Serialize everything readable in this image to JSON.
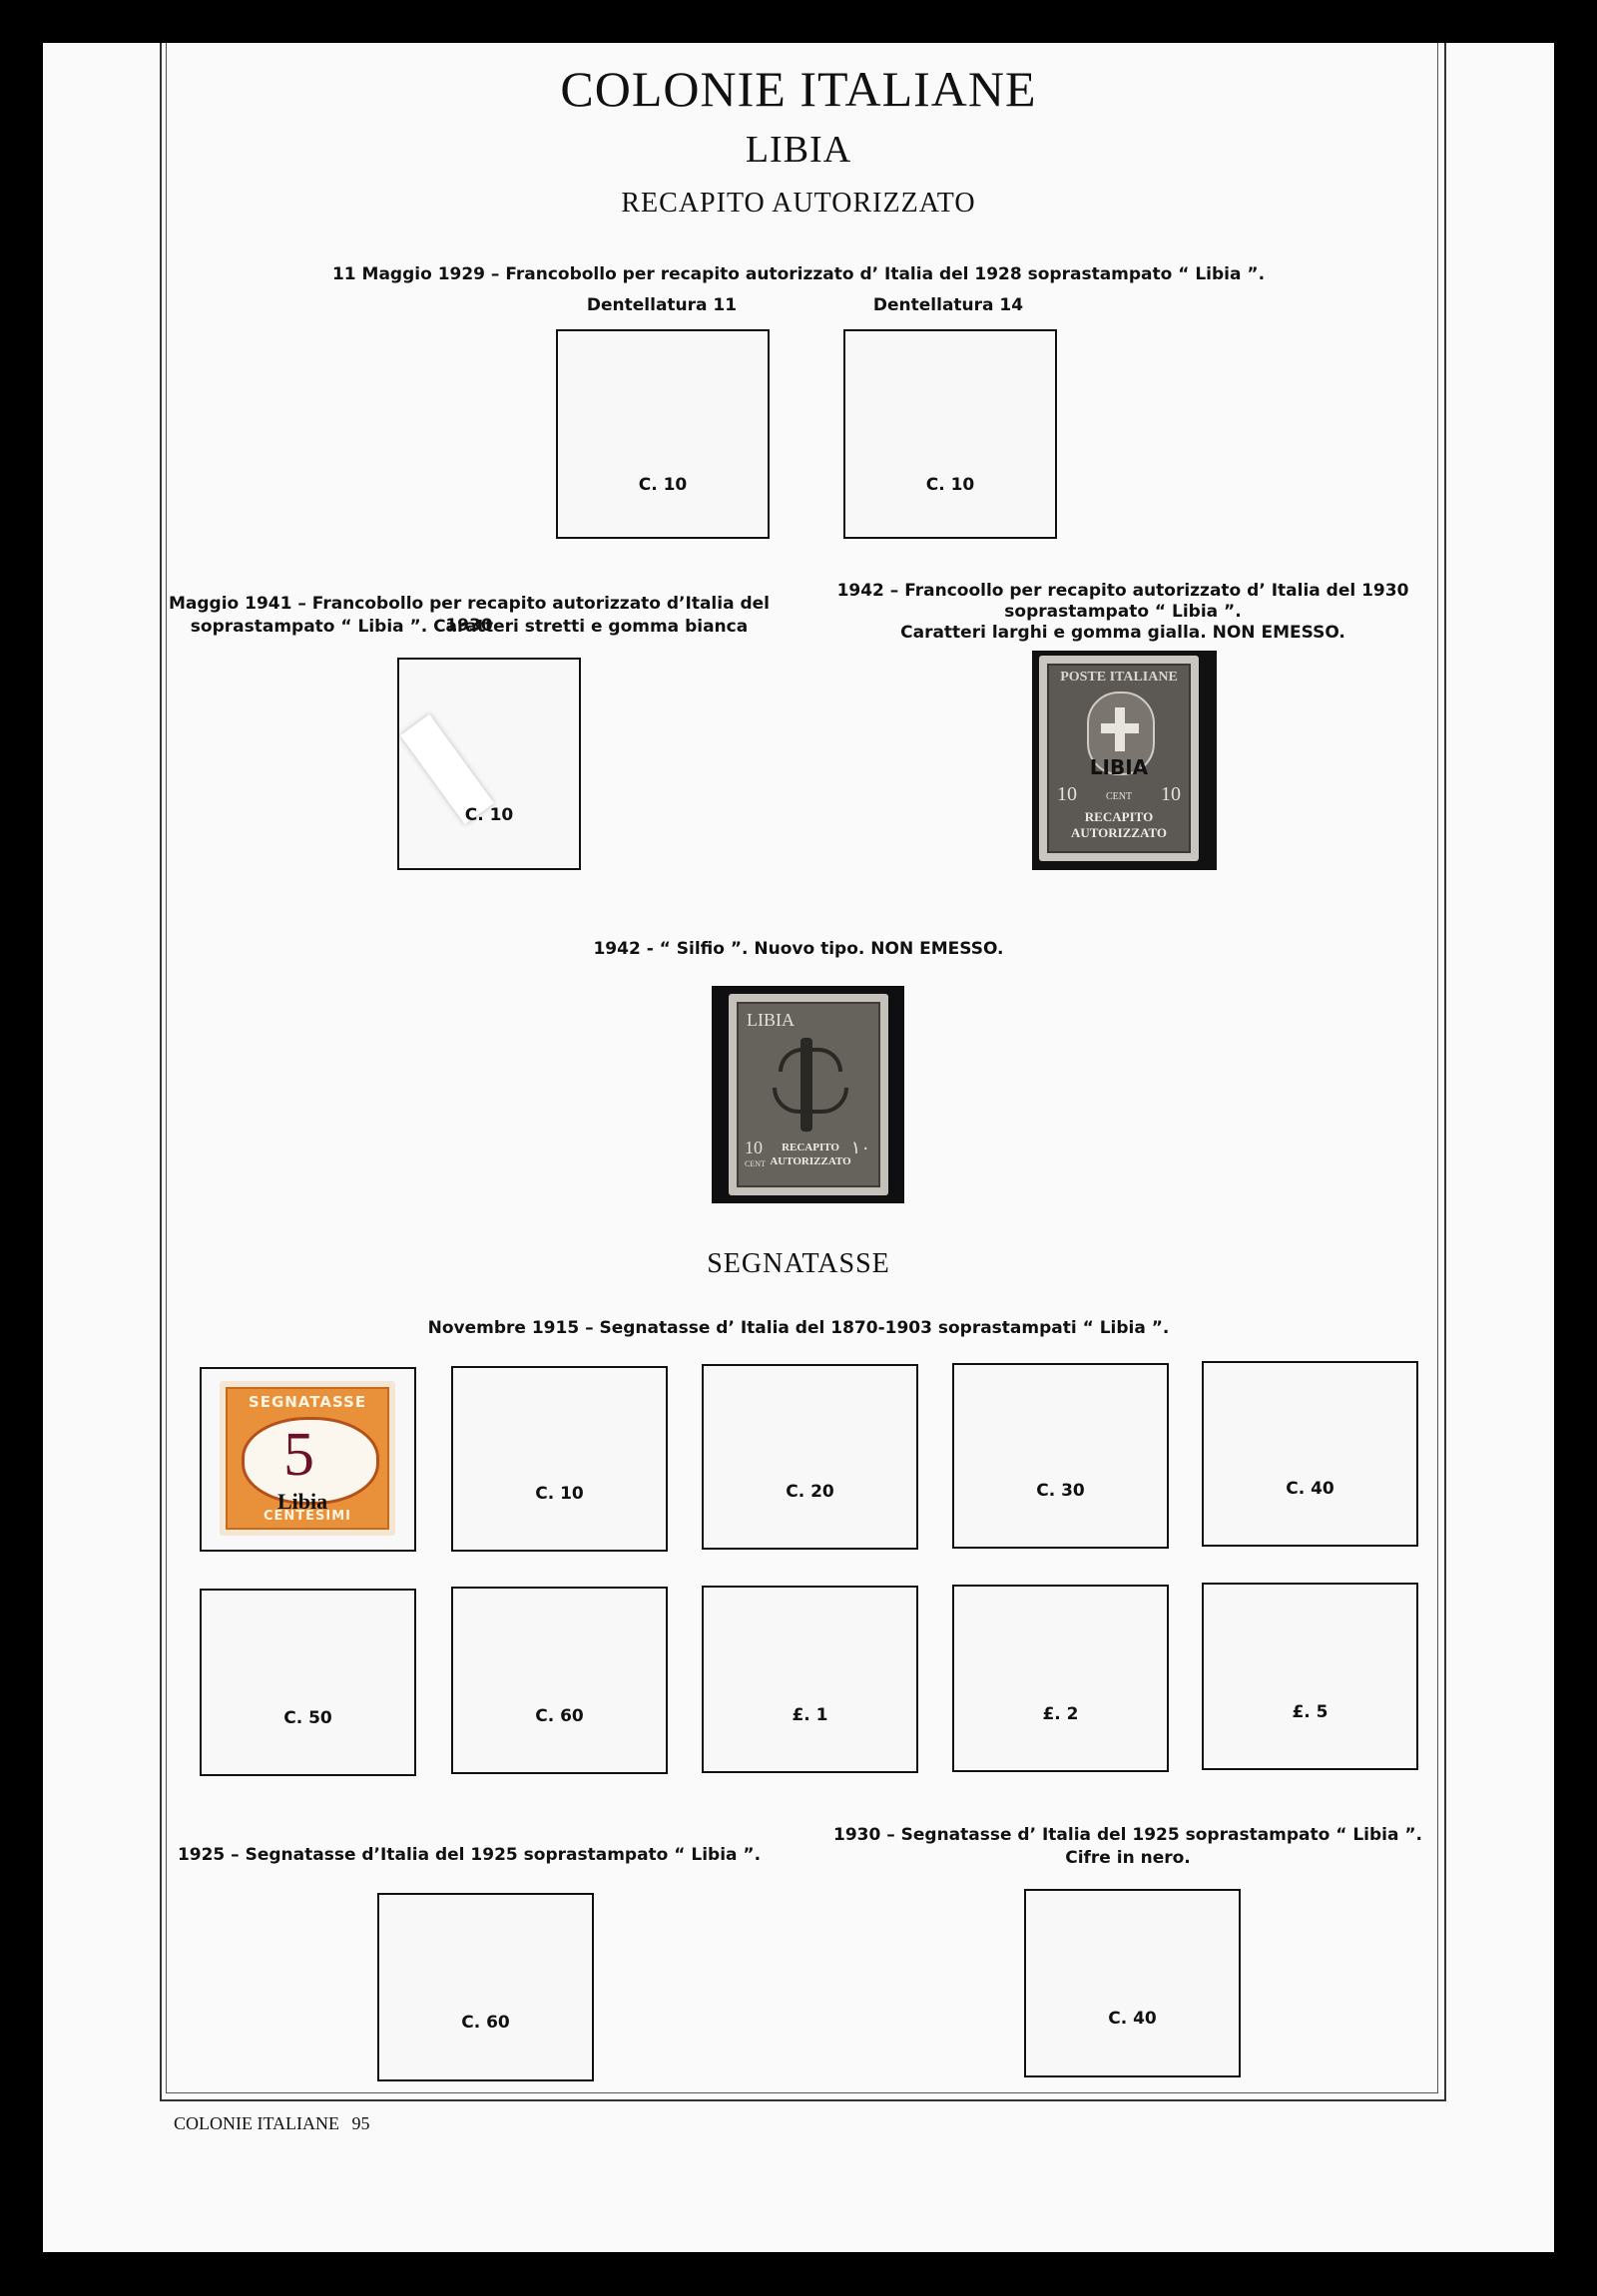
{
  "header": {
    "title": "COLONIE ITALIANE",
    "subtitle": "LIBIA",
    "section": "RECAPITO AUTORIZZATO"
  },
  "set_1929": {
    "caption": "11 Maggio 1929 – Francobollo per recapito autorizzato d’ Italia del 1928 soprastampato “ Libia ”.",
    "perf_11": "Dentellatura  11",
    "perf_14": "Dentellatura  14",
    "box_a": "C. 10",
    "box_b": "C. 10"
  },
  "set_1941": {
    "caption_1": "Maggio 1941 – Francobollo per recapito autorizzato d’Italia del 1930",
    "caption_2": "soprastampato “ Libia ”. Caratteri stretti e gomma bianca",
    "box": "C. 10"
  },
  "set_1942a": {
    "caption_1": "1942 – Francoollo per recapito autorizzato d’ Italia del 1930",
    "caption_2": "soprastampato “ Libia ”.",
    "caption_3": "Caratteri larghi e gomma gialla. NON EMESSO.",
    "stamp": {
      "top": "POSTE ITALIANE",
      "overprint": "LIBIA",
      "left_value": "10",
      "right_value": "10",
      "cent": "CENT",
      "bottom_1": "RECAPITO",
      "bottom_2": "AUTORIZZATO"
    }
  },
  "set_1942b": {
    "caption": "1942 - “ Silfio ”. Nuovo tipo. NON EMESSO.",
    "stamp": {
      "top": "LIBIA",
      "value": "10",
      "cent": "CENT",
      "arabic": "١٠",
      "bottom_1": "RECAPITO",
      "bottom_2": "AUTORIZZATO"
    }
  },
  "segnatasse": {
    "heading": "SEGNATASSE",
    "caption": "Novembre 1915 – Segnatasse d’ Italia del 1870-1903 soprastampati “ Libia ”.",
    "stamp": {
      "top": "SEGNATASSE",
      "value": "5",
      "overprint": "Libia",
      "bottom": "CENTESIMI"
    },
    "row1": [
      "C. 10",
      "C. 20",
      "C. 30",
      "C. 40"
    ],
    "row2": [
      "C. 50",
      "C. 60",
      "£. 1",
      "£. 2",
      "£. 5"
    ]
  },
  "set_1925": {
    "caption": "1925 – Segnatasse d’Italia del 1925 soprastampato “ Libia ”.",
    "box": "C. 60"
  },
  "set_1930": {
    "caption_1": "1930 – Segnatasse d’ Italia del 1925 soprastampato “ Libia ”.",
    "caption_2": "Cifre in nero.",
    "box": "C. 40"
  },
  "footer": {
    "text": "COLONIE ITALIANE",
    "page": "95"
  }
}
